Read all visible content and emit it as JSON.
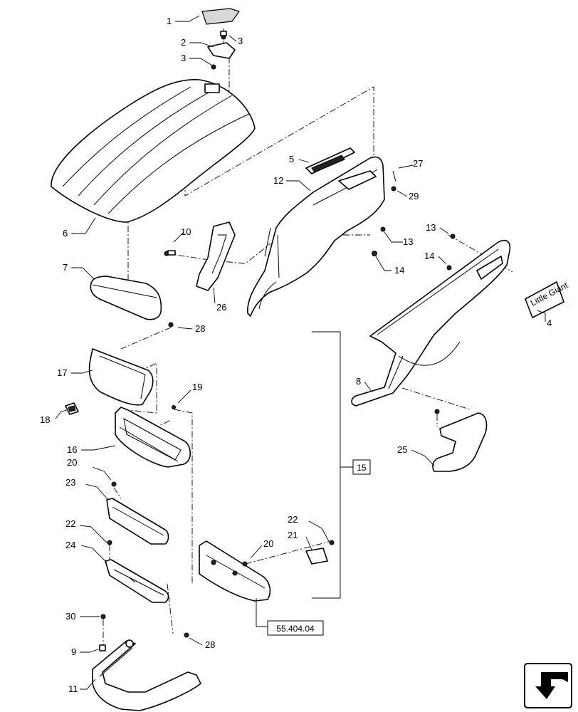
{
  "callouts": [
    "1",
    "2",
    "3",
    "3",
    "4",
    "5",
    "6",
    "7",
    "8",
    "9",
    "10",
    "11",
    "12",
    "13",
    "13",
    "14",
    "14",
    "16",
    "17",
    "18",
    "19",
    "20",
    "20",
    "21",
    "22",
    "22",
    "23",
    "24",
    "25",
    "26",
    "27",
    "28",
    "28",
    "29",
    "30"
  ],
  "ref_group": "15",
  "ref_page": "55.404.04",
  "decal_text": "Little Giant",
  "icons": [
    "nav-arrow-icon"
  ]
}
